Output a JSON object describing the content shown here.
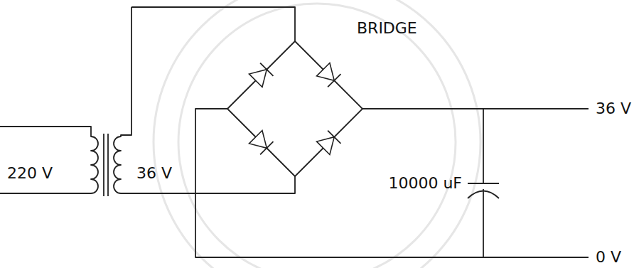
{
  "diagram": {
    "labels": [
      "BRIDGE",
      "220 V",
      "36 V",
      "36 V",
      "10000 uF",
      "0 V"
    ]
  }
}
